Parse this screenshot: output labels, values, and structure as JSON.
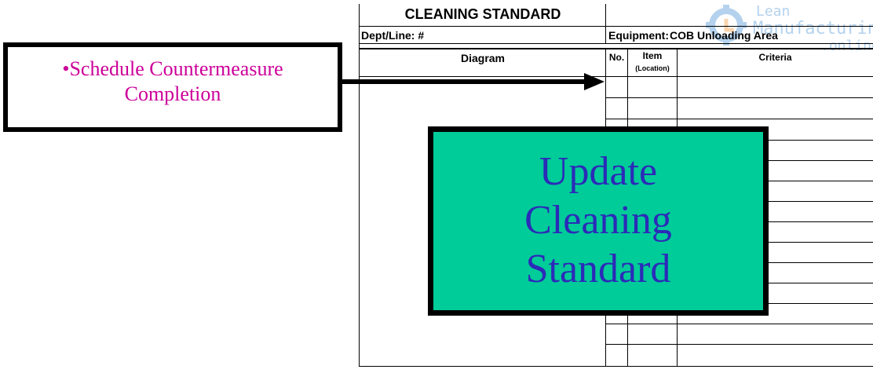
{
  "form": {
    "title": "CLEANING STANDARD",
    "dept_line_label": "Dept/Line: #",
    "equipment_label": "Equipment:",
    "equipment_value": "COB Unloading Area",
    "columns": {
      "diagram": "Diagram",
      "no": "No.",
      "item": "Item",
      "item_sub": "(Location)",
      "criteria": "Criteria"
    }
  },
  "callout": {
    "bullet": "•",
    "line1": "Schedule Countermeasure",
    "line2": "Completion"
  },
  "overlay": {
    "line1": "Update",
    "line2": "Cleaning",
    "line3": "Standard"
  },
  "logo": {
    "line1": "Lean",
    "line2": "Manufacturing",
    "line3": ".online"
  },
  "colors": {
    "callout_text": "#cc0099",
    "overlay_fill": "#00cc99",
    "overlay_text": "#2b2bb8"
  }
}
